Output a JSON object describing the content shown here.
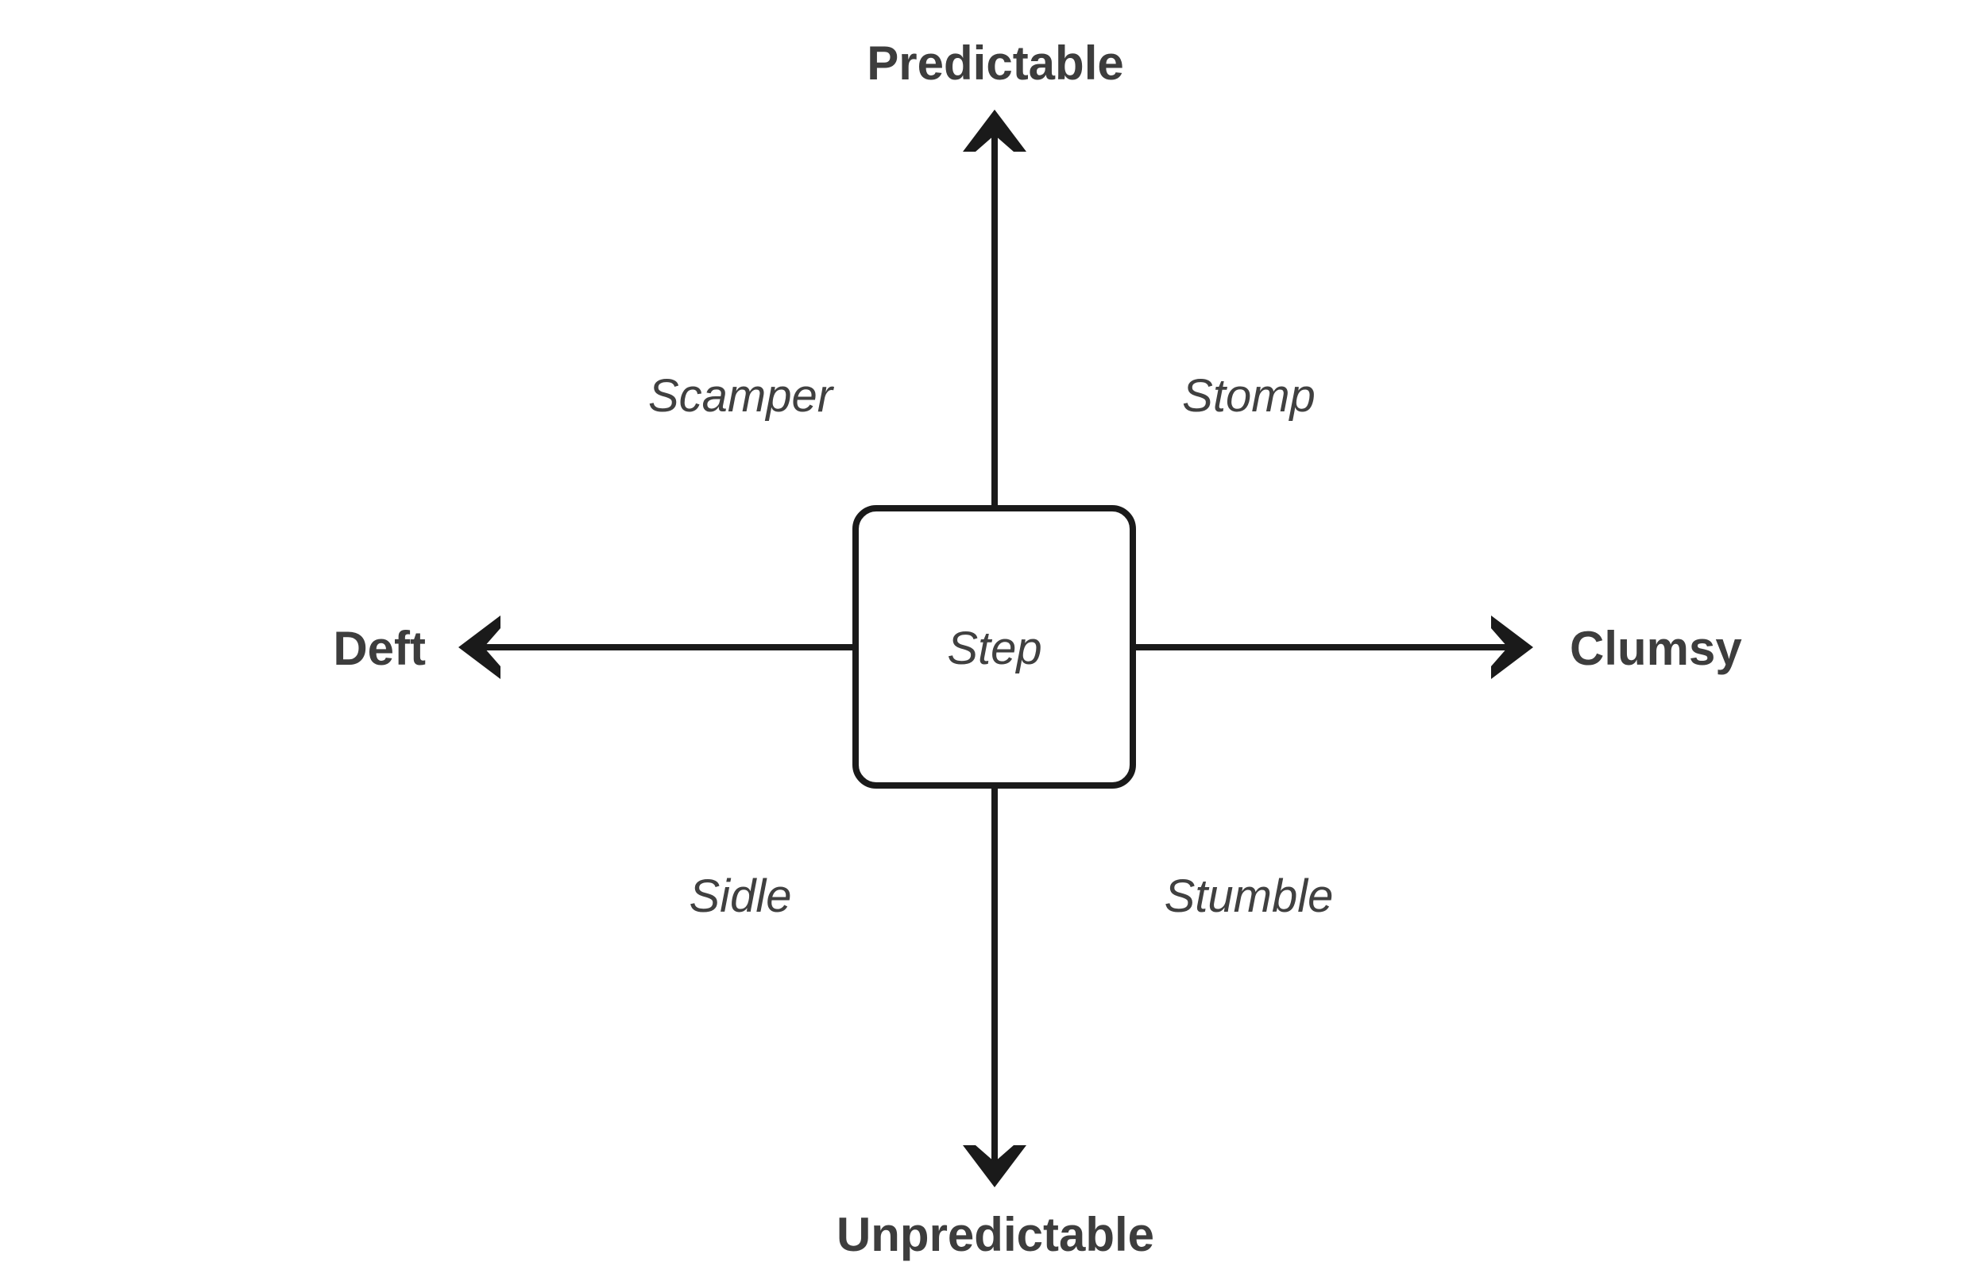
{
  "diagram": {
    "type": "2x2-quadrant-axis-diagram",
    "background_color": "#ffffff",
    "axis_color": "#1a1a1a",
    "label_color": "#3d3d3d",
    "quadrant_label_color": "#404040",
    "center": {
      "label": "Step",
      "shape": "rounded-rectangle",
      "fill": "#ffffff",
      "stroke": "#1a1a1a"
    },
    "axes": {
      "vertical": {
        "top_label": "Predictable",
        "bottom_label": "Unpredictable"
      },
      "horizontal": {
        "left_label": "Deft",
        "right_label": "Clumsy"
      }
    },
    "quadrants": [
      {
        "key": "top-left",
        "label": "Scamper",
        "x_pole": "Deft",
        "y_pole": "Predictable"
      },
      {
        "key": "top-right",
        "label": "Stomp",
        "x_pole": "Clumsy",
        "y_pole": "Predictable"
      },
      {
        "key": "bottom-left",
        "label": "Sidle",
        "x_pole": "Deft",
        "y_pole": "Unpredictable"
      },
      {
        "key": "bottom-right",
        "label": "Stumble",
        "x_pole": "Clumsy",
        "y_pole": "Unpredictable"
      }
    ]
  }
}
